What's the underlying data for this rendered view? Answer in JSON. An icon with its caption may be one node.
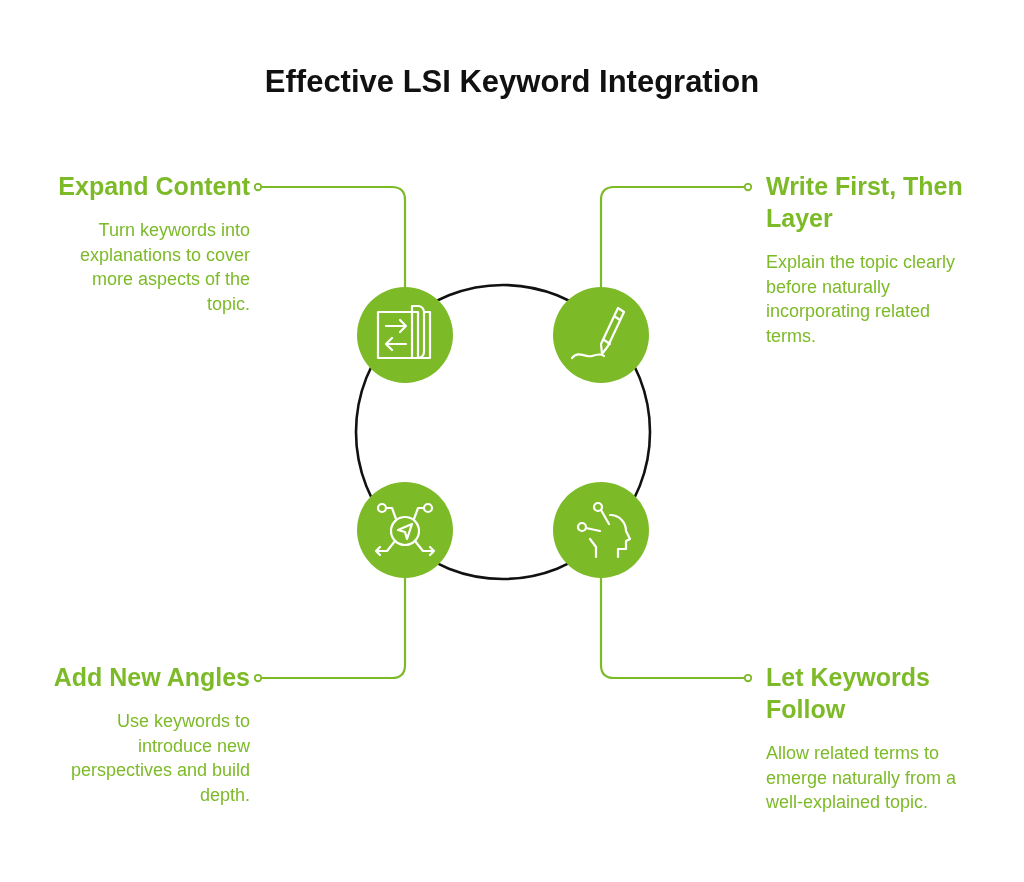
{
  "diagram": {
    "title": "Effective LSI Keyword Integration",
    "nodes": [
      {
        "text": [
          "Expand Content",
          "Turn keywords into explanations to cover more aspects of the topic."
        ]
      },
      {
        "text": [
          "Write First, Then Layer",
          "Explain the topic clearly before naturally incorporating related terms."
        ]
      },
      {
        "text": [],
        "shape": "circle"
      },
      {
        "text": [],
        "shape": "circle"
      },
      {
        "text": [],
        "shape": "circle"
      },
      {
        "text": [],
        "shape": "circle"
      },
      {
        "text": [
          "Add New Angles",
          "Use keywords to introduce new perspectives and build depth."
        ]
      },
      {
        "text": [
          "Let Keywords Follow",
          "Allow related terms to emerge naturally from a well-explained topic."
        ]
      }
    ],
    "edges": [
      {
        "from": 0,
        "to": 2,
        "arrow": "other"
      },
      {
        "from": 1,
        "to": 3,
        "arrow": "other"
      },
      {
        "from": 6,
        "to": 4,
        "arrow": "other"
      },
      {
        "from": 7,
        "to": 5,
        "arrow": "other"
      }
    ]
  }
}
